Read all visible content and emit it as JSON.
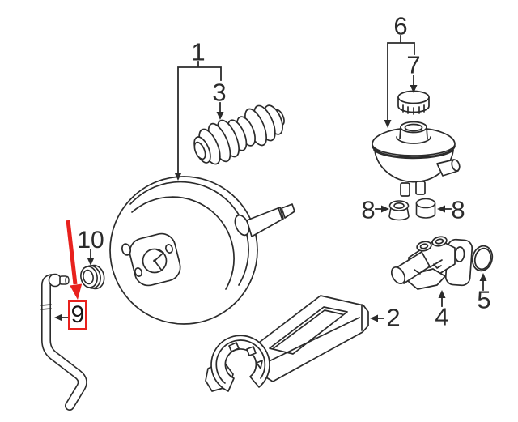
{
  "diagram": {
    "background_color": "#ffffff",
    "line_color": "#2b2b2b",
    "highlight_color": "#e8211d",
    "callouts": {
      "one": "1",
      "two": "2",
      "three": "3",
      "four": "4",
      "five": "5",
      "six": "6",
      "seven": "7",
      "eight_left": "8",
      "eight_right": "8",
      "nine": "9",
      "ten": "10"
    },
    "highlighted_callout": "9"
  }
}
